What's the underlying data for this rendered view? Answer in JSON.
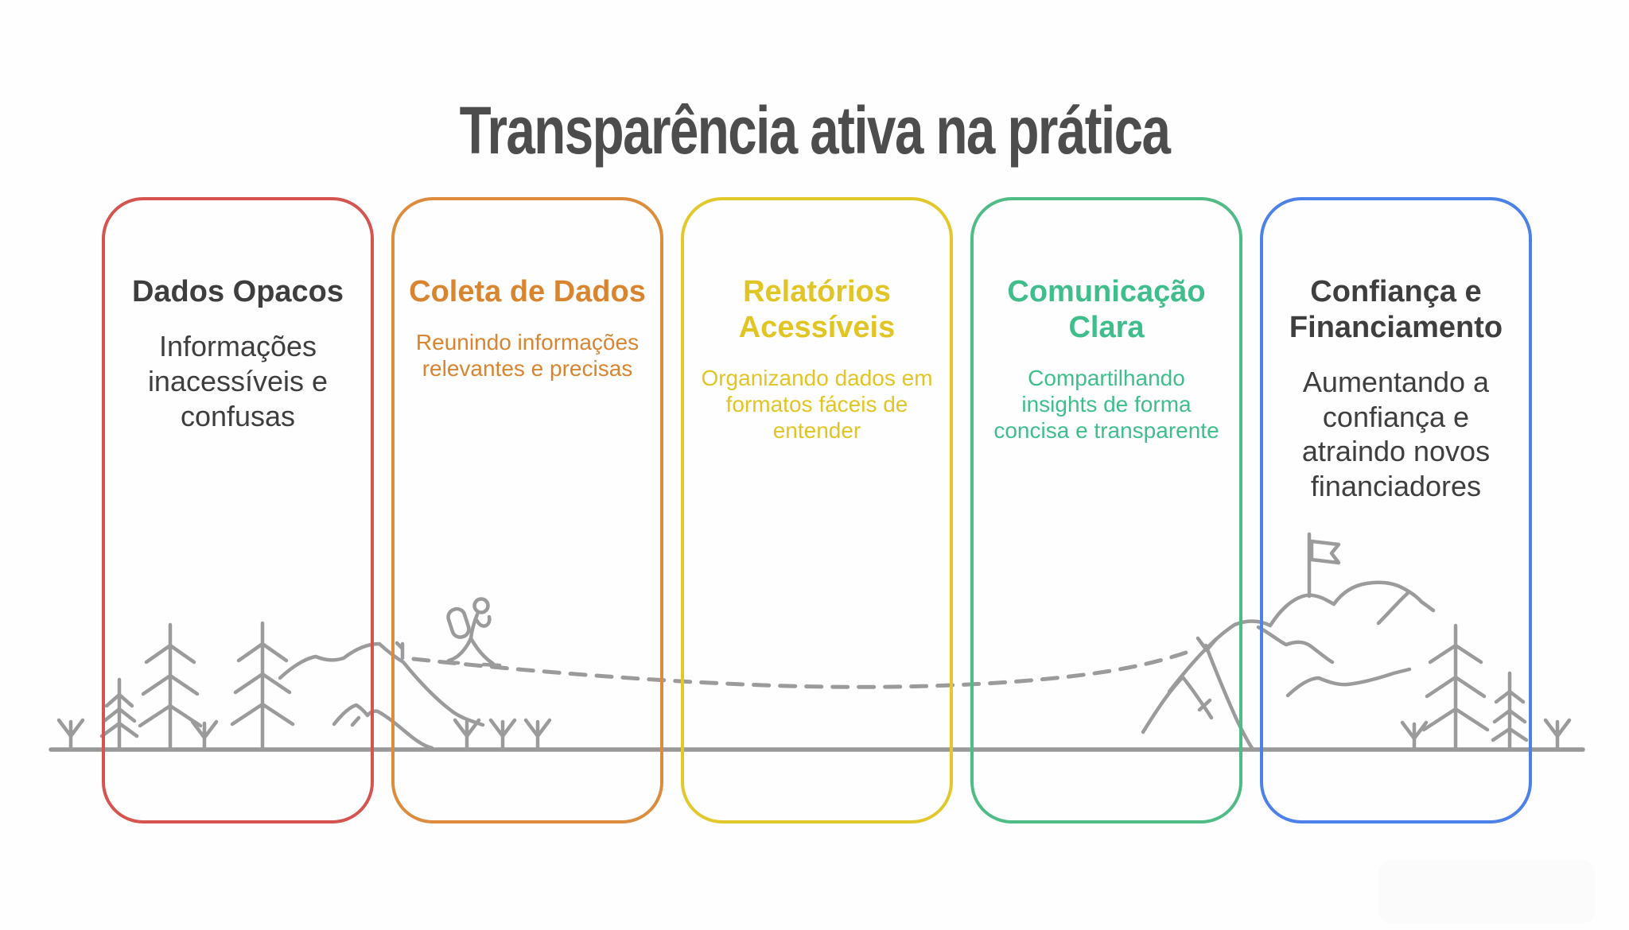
{
  "title": "Transparência ativa na prática",
  "title_color": "#4d4d4d",
  "background_color": "#fefefe",
  "cards": [
    {
      "title": "Dados Opacos",
      "subtitle": "Informações\ninacessíveis e\nconfusas",
      "text_color": "#3e3e3e",
      "border_color": "#d6544f"
    },
    {
      "title": "Coleta de Dados",
      "subtitle": "Reunindo informações\nrelevantes e precisas",
      "text_color": "#d9852f",
      "border_color": "#dc8c3c"
    },
    {
      "title": "Relatórios\nAcessíveis",
      "subtitle": "Organizando dados em\nformatos fáceis de\nentender",
      "text_color": "#e0c524",
      "border_color": "#e2c82b"
    },
    {
      "title": "Comunicação\nClara",
      "subtitle": "Compartilhando\ninsights de forma\nconcisa e transparente",
      "text_color": "#3fbe8c",
      "border_color": "#4fbc85"
    },
    {
      "title": "Confiança e\nFinanciamento",
      "subtitle": "Aumentando a\nconfiança e\natraindo novos\nfinanciadores",
      "text_color": "#3e3e3e",
      "border_color": "#4b81e8"
    }
  ],
  "illustration": {
    "stroke_color": "#9b9b9b",
    "ground_color": "#999999",
    "watermark_color": "#fbfbfb",
    "elements": [
      "ground-line",
      "sapling-icon",
      "pine-tree-icon",
      "hiker-icon",
      "journey-dashed-path",
      "left-mountain",
      "summit-mountain",
      "flag-icon"
    ]
  }
}
